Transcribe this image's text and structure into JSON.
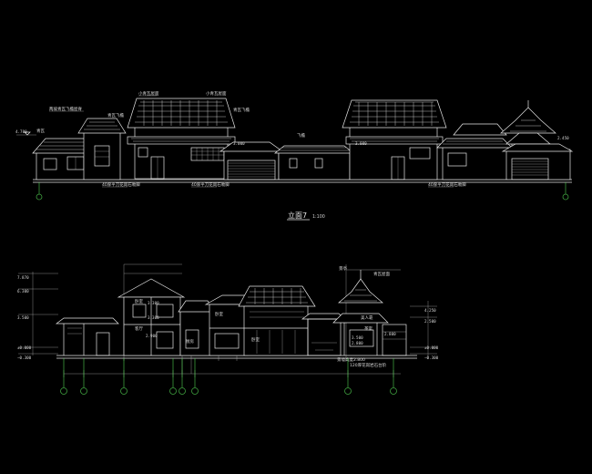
{
  "elevation": {
    "title": "立面7",
    "scale": "1:100",
    "level_labels": [
      "4.700",
      "3.000",
      "3.000",
      "2.450"
    ],
    "notes": [
      "两坡青瓦飞檐屋脊",
      "小青瓦屋面",
      "小青瓦屋面",
      "青瓦飞檐",
      "青瓦飞檐",
      "青瓦",
      "飞檐",
      "40厚平刀花岗石勒脚",
      "40厚平刀花岗石勒脚",
      "40厚平刀花岗石勒脚"
    ]
  },
  "section": {
    "left_levels": [
      "7.870",
      "6.300",
      "3.500",
      "±0.000",
      "−0.300"
    ],
    "right_levels": [
      "4.250",
      "2.500",
      "±0.000",
      "−0.300"
    ],
    "room_labels": [
      "客厅",
      "卧室",
      "卧室",
      "卧室",
      "厨房",
      "茶室"
    ],
    "dims": [
      "3.300",
      "3.300",
      "2.900",
      "3.500",
      "2.800",
      "2.800"
    ],
    "notes": [
      "景亭",
      "青瓦屋面",
      "美人靠",
      "景墙高度2.800",
      "120厚花岗岩石台阶"
    ]
  },
  "colors": {
    "background": "#000000",
    "lines": "#e6e6e6",
    "axis": "#4fd04f"
  }
}
